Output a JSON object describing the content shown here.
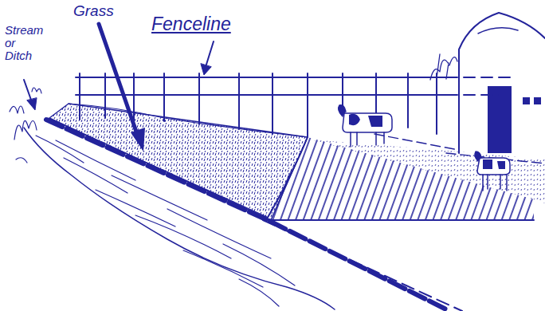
{
  "diagram": {
    "labels": [
      "Grass",
      "Fenceline",
      "Stream or Ditch"
    ]
  }
}
